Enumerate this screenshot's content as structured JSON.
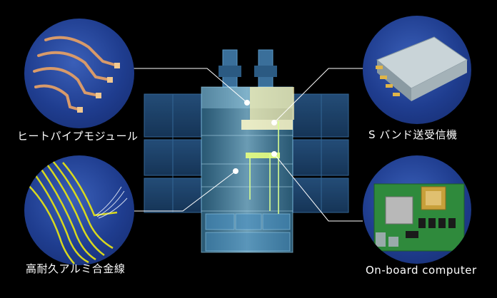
{
  "labels": {
    "heat_pipe": "ヒートパイプモジュール",
    "s_band": "S バンド送受信機",
    "aluminum_wire": "高耐久アルミ合金線",
    "obc": "On-board computer"
  }
}
